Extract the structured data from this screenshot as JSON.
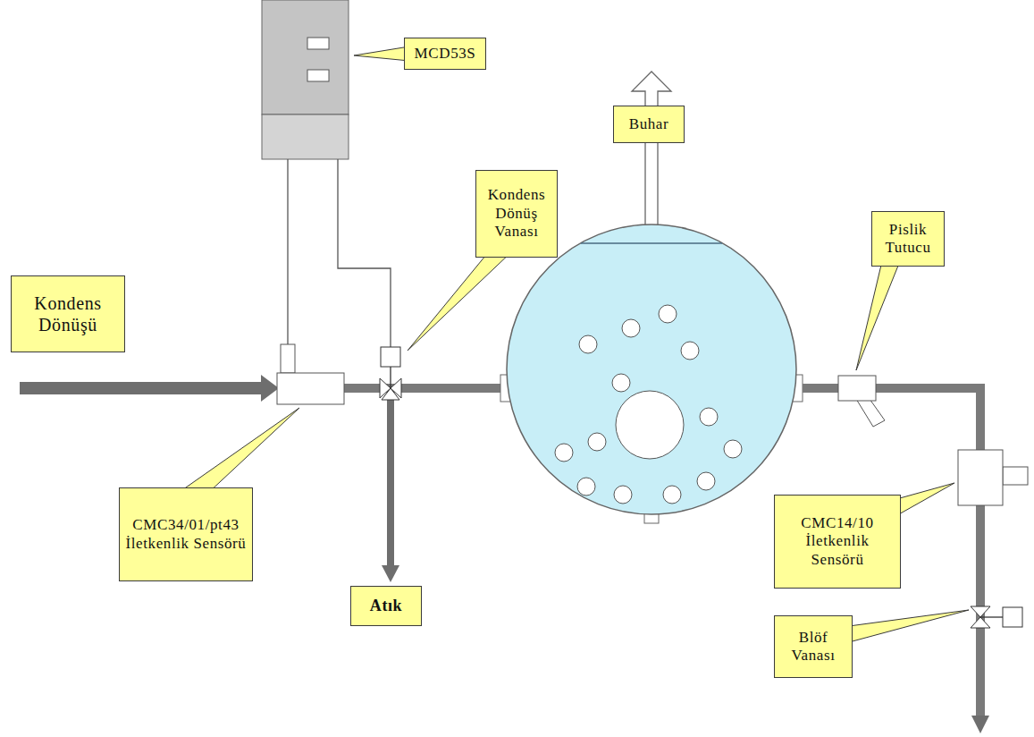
{
  "diagram": {
    "nodes": [
      {
        "text": [
          "MCD53S"
        ]
      },
      {
        "text": [
          "Buhar"
        ]
      },
      {
        "text": [
          "Kondens Dönüş Vanası"
        ]
      },
      {
        "text": [
          "Pislik Tutucu"
        ]
      },
      {
        "text": [
          "Kondens Dönüşü"
        ]
      },
      {
        "text": [
          "CMC34/01/pt43 İletkenlik Sensörü"
        ]
      },
      {
        "text": [
          "CMC14/10 İletkenlik Sensörü"
        ]
      },
      {
        "text": [
          "Atık"
        ]
      },
      {
        "text": [
          "Blöf Vanası"
        ]
      }
    ]
  }
}
